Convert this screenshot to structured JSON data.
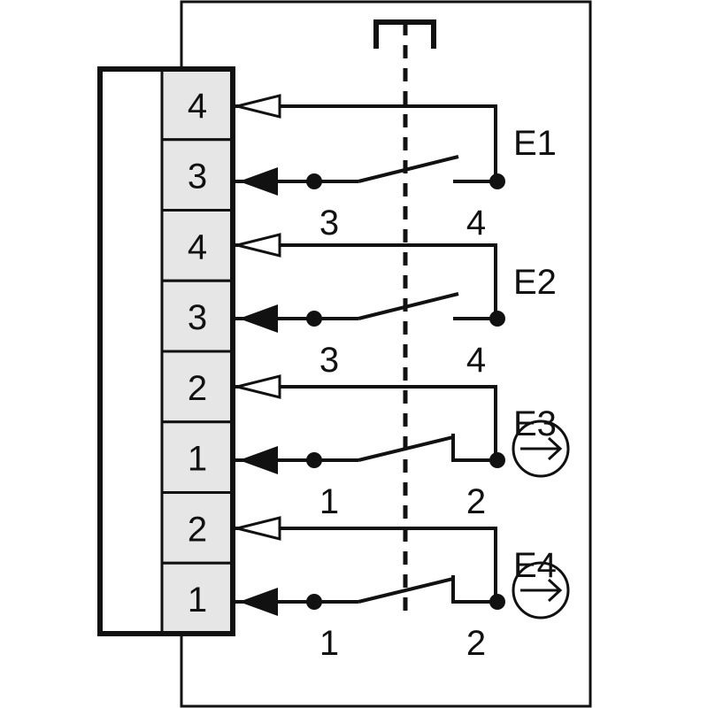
{
  "colors": {
    "line": "#111111",
    "terminal_fill": "#e6e6e6",
    "background": "#ffffff"
  },
  "terminals": [
    {
      "label": "4",
      "direction": "input"
    },
    {
      "label": "3",
      "direction": "output"
    },
    {
      "label": "4",
      "direction": "input"
    },
    {
      "label": "3",
      "direction": "output"
    },
    {
      "label": "2",
      "direction": "input"
    },
    {
      "label": "1",
      "direction": "output"
    },
    {
      "label": "2",
      "direction": "input"
    },
    {
      "label": "1",
      "direction": "output"
    }
  ],
  "elements": [
    {
      "name": "E1",
      "contact": "normally-open",
      "left_pin": "3",
      "right_pin": "4",
      "positive_opening": false
    },
    {
      "name": "E2",
      "contact": "normally-open",
      "left_pin": "3",
      "right_pin": "4",
      "positive_opening": false
    },
    {
      "name": "E3",
      "contact": "normally-closed",
      "left_pin": "1",
      "right_pin": "2",
      "positive_opening": true,
      "symbol_icon": "arrow-in-circle-icon"
    },
    {
      "name": "E4",
      "contact": "normally-closed",
      "left_pin": "1",
      "right_pin": "2",
      "positive_opening": true,
      "symbol_icon": "arrow-in-circle-icon"
    }
  ],
  "actuator_icon": "dashed-actuator-plunger"
}
